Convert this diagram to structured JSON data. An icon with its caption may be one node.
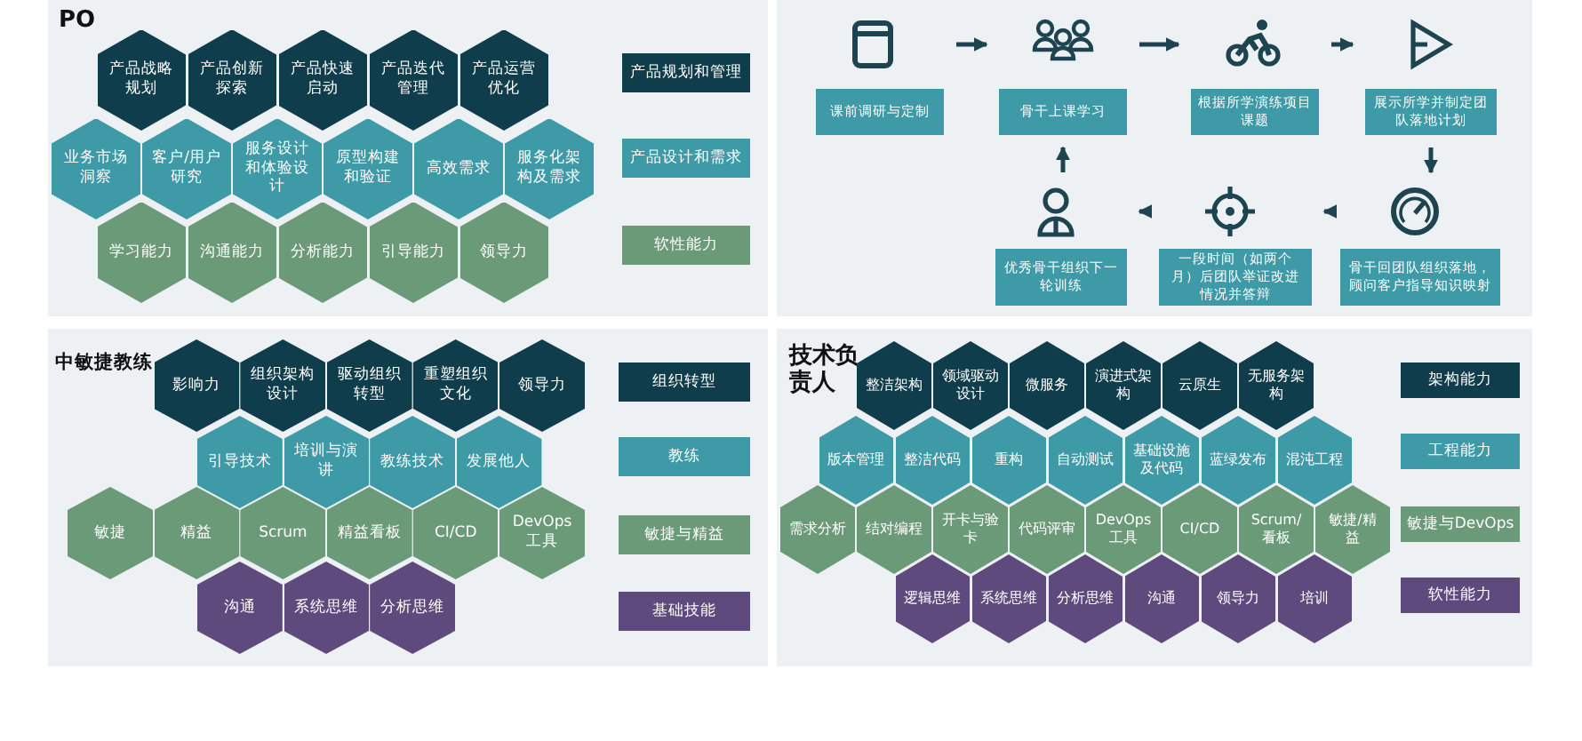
{
  "diagram": {
    "nodes": [
      {
        "text": [
          "PO"
        ]
      },
      {
        "text": [
          "产品战略规划"
        ],
        "in": 0
      },
      {
        "text": [
          "产品创新探索"
        ],
        "in": 0
      },
      {
        "text": [
          "产品快速启动"
        ],
        "in": 0
      },
      {
        "text": [
          "产品迭代管理"
        ],
        "in": 0
      },
      {
        "text": [
          "产品运营优化"
        ],
        "in": 0
      },
      {
        "text": [
          "业务市场洞察"
        ],
        "in": 0
      },
      {
        "text": [
          "客户/用户研究"
        ],
        "in": 0
      },
      {
        "text": [
          "服务设计和体验设计"
        ],
        "in": 0
      },
      {
        "text": [
          "原型构建和验证"
        ],
        "in": 0
      },
      {
        "text": [
          "高效需求"
        ],
        "in": 0
      },
      {
        "text": [
          "服务化架构及需求"
        ],
        "in": 0
      },
      {
        "text": [
          "学习能力"
        ],
        "in": 0
      },
      {
        "text": [
          "沟通能力"
        ],
        "in": 0
      },
      {
        "text": [
          "分析能力"
        ],
        "in": 0
      },
      {
        "text": [
          "引导能力"
        ],
        "in": 0
      },
      {
        "text": [
          "领导力"
        ],
        "in": 0
      },
      {
        "text": [],
        "shape": "box"
      },
      {
        "text": [
          "课前调研与定制"
        ],
        "in": 17
      },
      {
        "text": [
          "骨干上课学习"
        ],
        "in": 17
      },
      {
        "text": [
          "根据所学演练项目课题"
        ],
        "in": 17
      },
      {
        "text": [
          "展示所学并制定团队落地计划"
        ],
        "in": 17
      },
      {
        "text": [
          "优秀骨干组织下一轮训练"
        ],
        "in": 17
      },
      {
        "text": [
          "一段时间（如两个月）后团队举证改进情况并答辩"
        ],
        "in": 17
      },
      {
        "text": [
          "骨干回团队组织落地，顾问客户指导知识映射"
        ],
        "in": 17
      },
      {
        "text": [
          "中敏捷教练"
        ]
      },
      {
        "text": [
          "影响力"
        ],
        "in": 25
      },
      {
        "text": [
          "组织架构设计"
        ],
        "in": 25
      },
      {
        "text": [
          "驱动组织转型"
        ],
        "in": 25
      },
      {
        "text": [
          "重塑组织文化"
        ],
        "in": 25
      },
      {
        "text": [
          "领导力"
        ],
        "in": 25
      },
      {
        "text": [
          "引导技术"
        ],
        "in": 25
      },
      {
        "text": [
          "培训与演讲"
        ],
        "in": 25
      },
      {
        "text": [
          "教练技术"
        ],
        "in": 25
      },
      {
        "text": [
          "发展他人"
        ],
        "in": 25
      },
      {
        "text": [
          "敏捷"
        ],
        "in": 25
      },
      {
        "text": [
          "精益"
        ],
        "in": 25
      },
      {
        "text": [
          "Scrum"
        ],
        "in": 25
      },
      {
        "text": [
          "精益看板"
        ],
        "in": 25
      },
      {
        "text": [
          "CI/CD"
        ],
        "in": 25
      },
      {
        "text": [
          "DevOps 工具"
        ],
        "in": 25
      },
      {
        "text": [
          "沟通"
        ],
        "in": 25
      },
      {
        "text": [
          "系统思维"
        ],
        "in": 25
      },
      {
        "text": [
          "分析思维"
        ],
        "in": 25
      },
      {
        "text": [
          "技术负责人"
        ]
      },
      {
        "text": [
          "整洁架构"
        ],
        "in": 44
      },
      {
        "text": [
          "领域驱动设计"
        ],
        "in": 44
      },
      {
        "text": [
          "微服务"
        ],
        "in": 44
      },
      {
        "text": [
          "演进式架构"
        ],
        "in": 44
      },
      {
        "text": [
          "云原生"
        ],
        "in": 44
      },
      {
        "text": [
          "无服务架构"
        ],
        "in": 44
      },
      {
        "text": [
          "版本管理"
        ],
        "in": 44
      },
      {
        "text": [
          "整洁代码"
        ],
        "in": 44
      },
      {
        "text": [
          "重构"
        ],
        "in": 44
      },
      {
        "text": [
          "自动测试"
        ],
        "in": 44
      },
      {
        "text": [
          "基础设施及代码"
        ],
        "in": 44
      },
      {
        "text": [
          "蓝绿发布"
        ],
        "in": 44
      },
      {
        "text": [
          "混沌工程"
        ],
        "in": 44
      },
      {
        "text": [
          "需求分析"
        ],
        "in": 44
      },
      {
        "text": [
          "结对编程"
        ],
        "in": 44
      },
      {
        "text": [
          "开卡与验卡"
        ],
        "in": 44
      },
      {
        "text": [
          "代码评审"
        ],
        "in": 44
      },
      {
        "text": [
          "DevOps 工具"
        ],
        "in": 44
      },
      {
        "text": [
          "CI/CD"
        ],
        "in": 44
      },
      {
        "text": [
          "Scrum/看板"
        ],
        "in": 44
      },
      {
        "text": [
          "敏捷/精益"
        ],
        "in": 44
      },
      {
        "text": [
          "逻辑思维"
        ],
        "in": 44
      },
      {
        "text": [
          "系统思维"
        ],
        "in": 44
      },
      {
        "text": [
          "分析思维"
        ],
        "in": 44
      },
      {
        "text": [
          "沟通"
        ],
        "in": 44
      },
      {
        "text": [
          "领导力"
        ],
        "in": 44
      },
      {
        "text": [
          "培训"
        ],
        "in": 44
      }
    ],
    "edges": [
      {
        "from": 18,
        "to": 19,
        "arrow": "to"
      },
      {
        "from": 19,
        "to": 20,
        "arrow": "to"
      },
      {
        "from": 20,
        "to": 21,
        "arrow": "to"
      },
      {
        "from": 21,
        "to": 24,
        "arrow": "to"
      },
      {
        "from": 24,
        "to": 23,
        "arrow": "to"
      },
      {
        "from": 23,
        "to": 22,
        "arrow": "to"
      },
      {
        "from": 22,
        "to": 19,
        "arrow": "to"
      }
    ],
    "legend": [
      {
        "text": "产品规划和管理",
        "color": "#0f3d4c"
      },
      {
        "text": "产品设计和需求",
        "color": "#3f9aa7"
      },
      {
        "text": "软性能力",
        "color": "#6b9a79"
      },
      {
        "text": "组织转型",
        "color": "#0f3d4c"
      },
      {
        "text": "教练",
        "color": "#3f9aa7"
      },
      {
        "text": "敏捷与精益",
        "color": "#6b9a79"
      },
      {
        "text": "基础技能",
        "color": "#5e4a7c"
      },
      {
        "text": "架构能力",
        "color": "#0f3d4c"
      },
      {
        "text": "工程能力",
        "color": "#3f9aa7"
      },
      {
        "text": "敏捷与DevOps",
        "color": "#6b9a79"
      },
      {
        "text": "软性能力",
        "color": "#5e4a7c"
      }
    ]
  }
}
